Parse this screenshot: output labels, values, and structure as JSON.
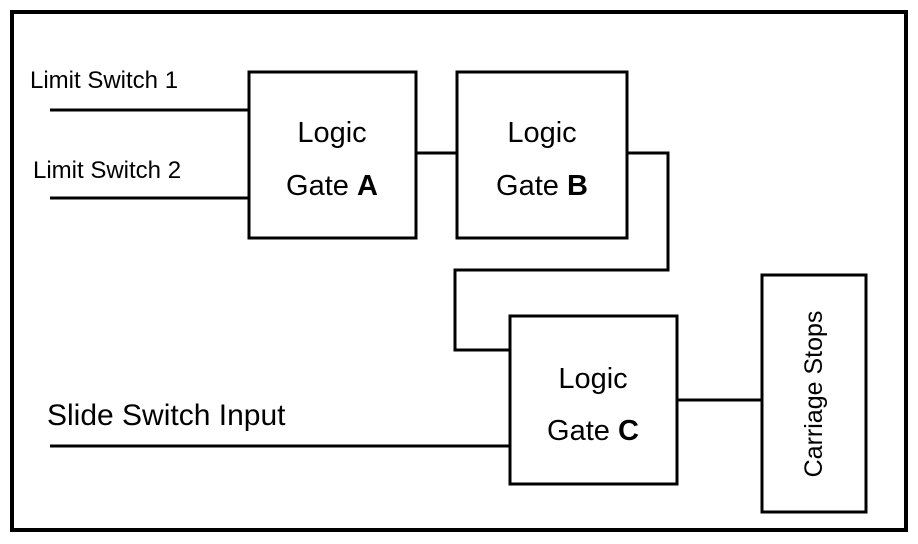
{
  "inputs": {
    "limit_switch_1": "Limit Switch 1",
    "limit_switch_2": "Limit Switch 2",
    "slide_switch": "Slide Switch Input"
  },
  "gates": {
    "a": {
      "line1": "Logic",
      "line2_prefix": "Gate ",
      "letter": "A"
    },
    "b": {
      "line1": "Logic",
      "line2_prefix": "Gate ",
      "letter": "B"
    },
    "c": {
      "line1": "Logic",
      "line2_prefix": "Gate ",
      "letter": "C"
    }
  },
  "output": {
    "label": "Carriage Stops"
  }
}
